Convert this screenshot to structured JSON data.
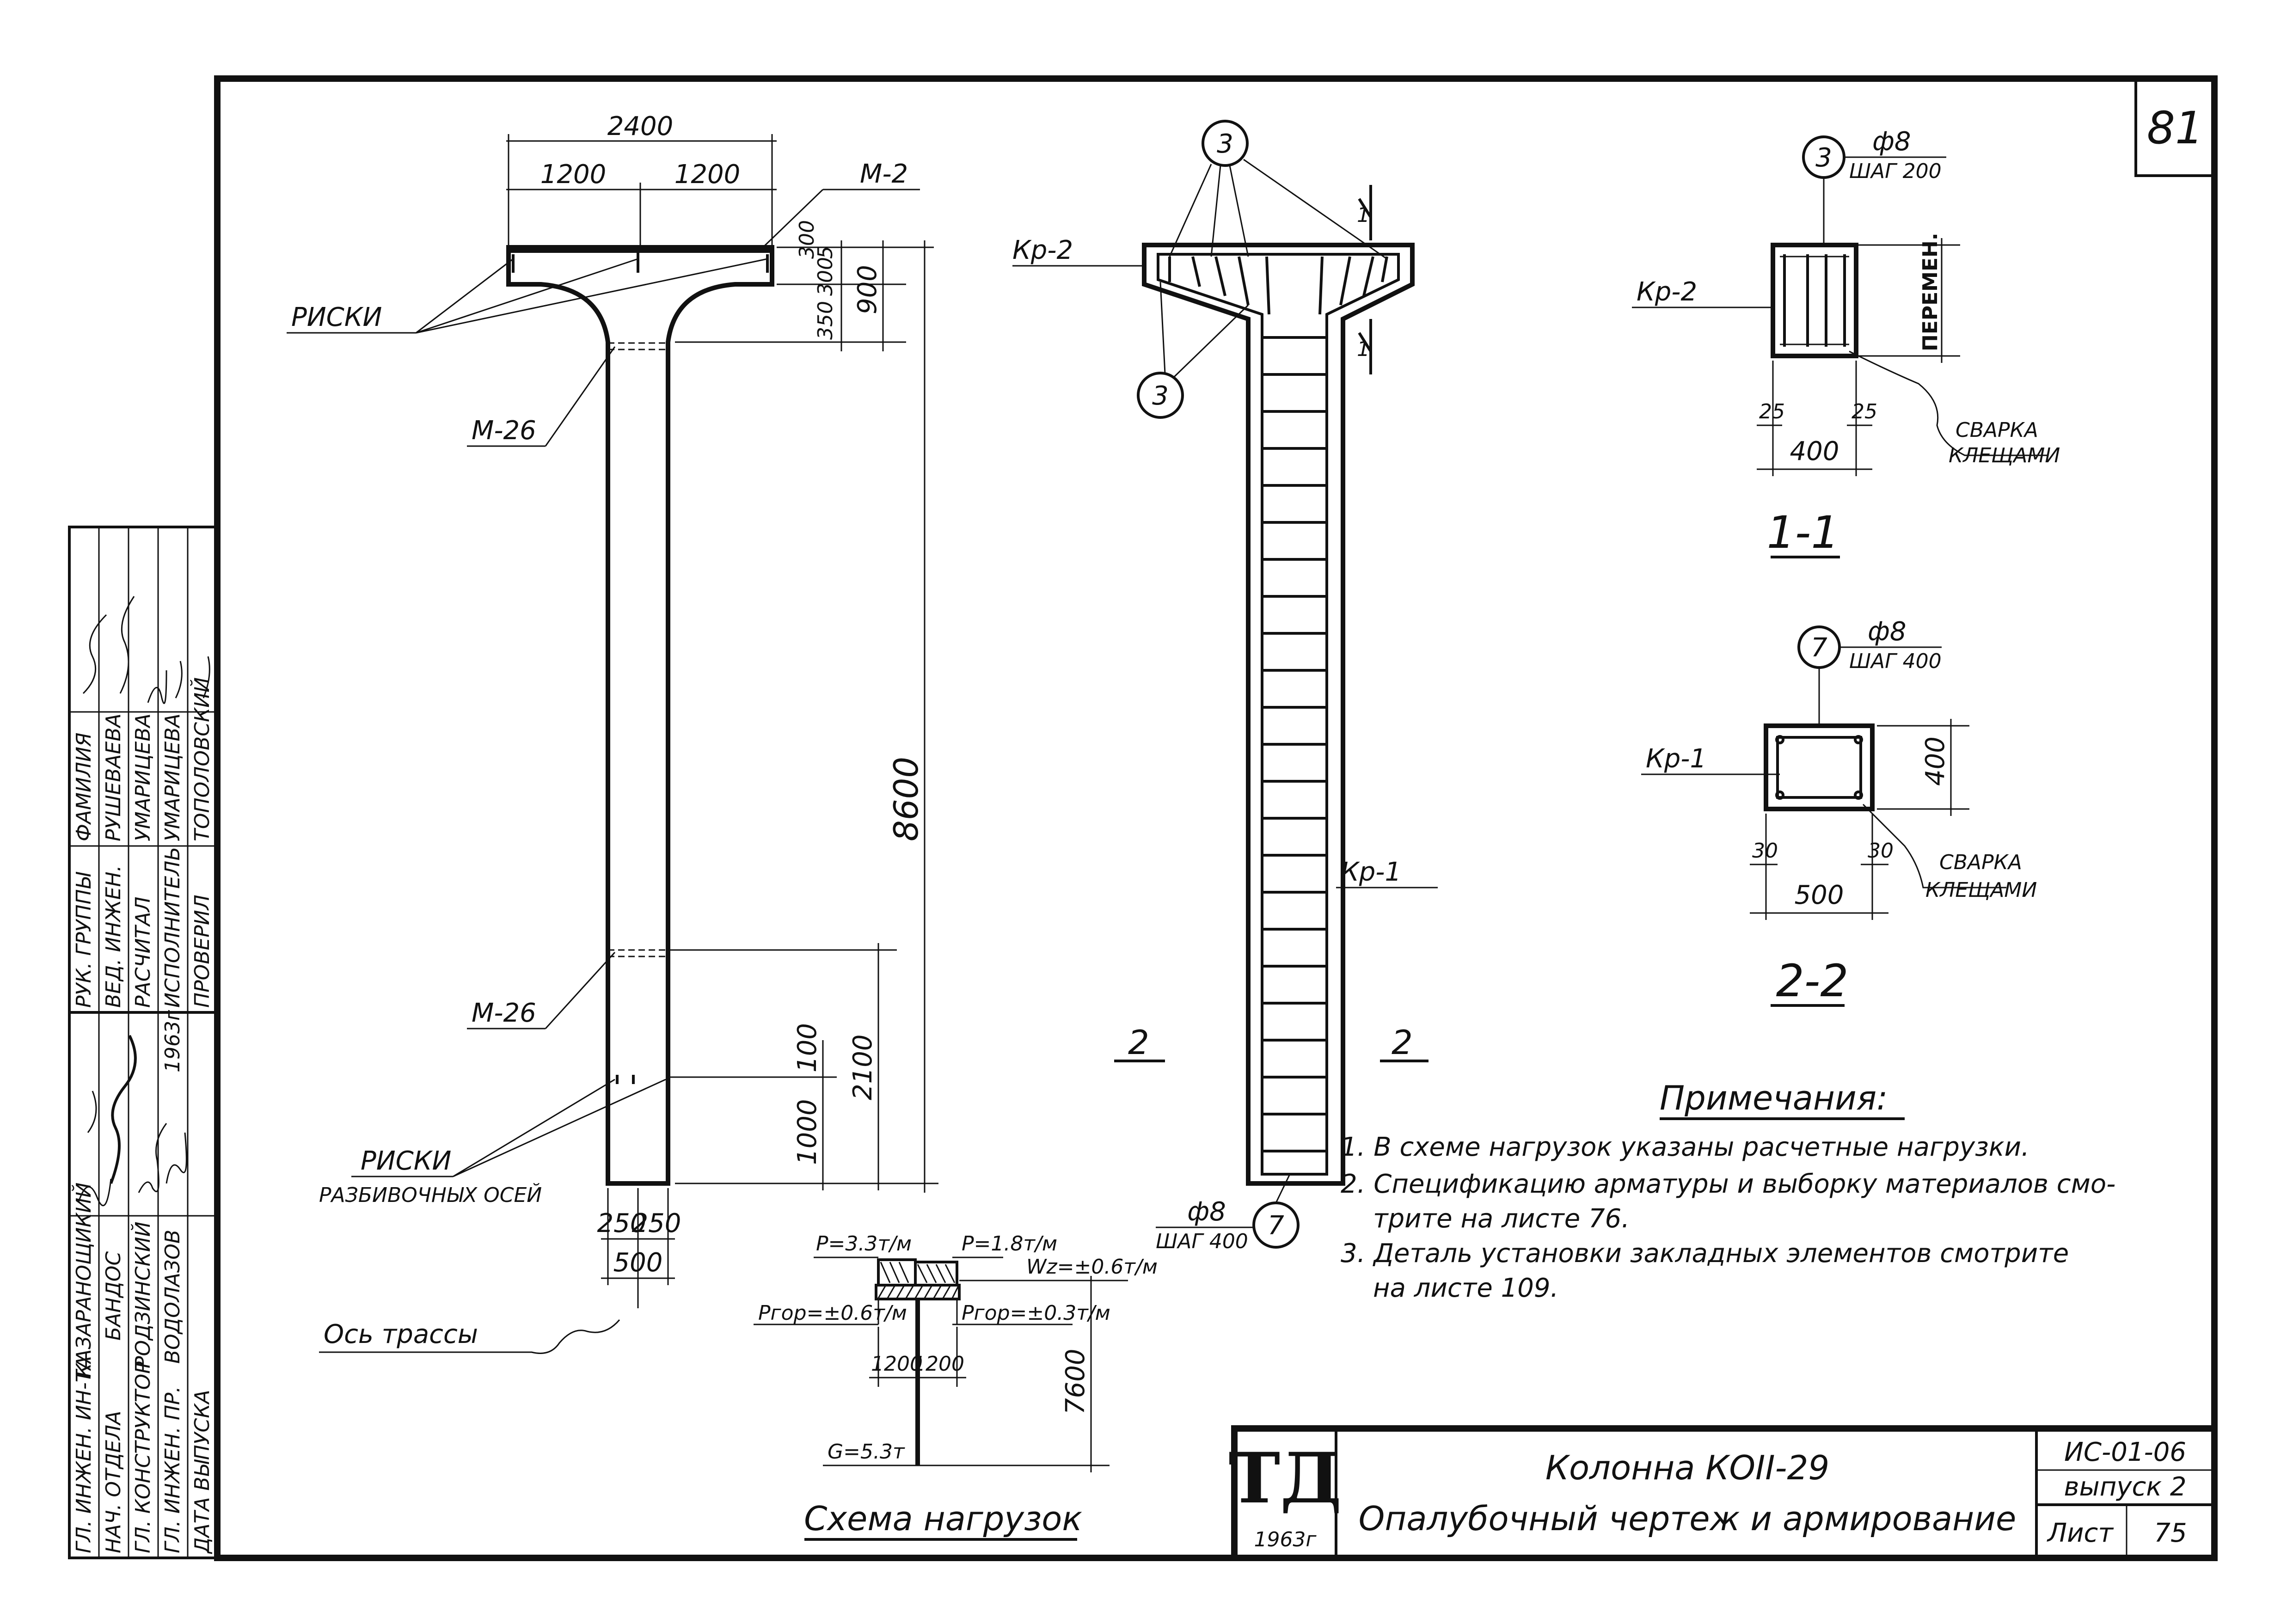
{
  "sheet_corner_number": "81",
  "stamp": {
    "roles": [
      "ГЛ. ИНЖЕН. ИН-ТА",
      "НАЧ. ОТДЕЛА",
      "ГЛ. КОНСТРУКТОР",
      "ГЛ. ИНЖЕН. ПР.",
      "ДАТА ВЫПУСКА"
    ],
    "role_names": [
      "КАЗАРАНОЩИКИЙ",
      "БАНДОС",
      "РОДЗИНСКИЙ",
      "ВОДОЛАЗОВ",
      ""
    ],
    "year_mark": "1963г",
    "group_roles": [
      "РУК. ГРУППЫ",
      "ВЕД. ИНЖЕН.",
      "РАСЧИТАЛ",
      "ИСПОЛНИТЕЛЬ",
      "ПРОВЕРИЛ"
    ],
    "group_header": "ФАМИЛИЯ",
    "group_names": [
      "РУШЕВАЕВА",
      "УМАРИЦЕВА",
      "УМАРИЦЕВА",
      "ТОПОЛОВСКИЙ"
    ]
  },
  "elevation": {
    "dim_total": "2400",
    "dim_left": "1200",
    "dim_right": "1200",
    "label_m2": "М-2",
    "label_riski_top": "РИСКИ",
    "label_m26_top": "М-26",
    "label_m26_bottom": "М-26",
    "dims_right_top": [
      "5",
      "300",
      "300",
      "350",
      "900"
    ],
    "dim_height": "8600",
    "dim_2100": "2100",
    "dim_100": "100",
    "dim_1000": "1000",
    "label_riski_bottom": "РИСКИ",
    "label_riski_bottom_sub": "РАЗБИВОЧНЫХ ОСЕЙ",
    "dim_250_left": "250",
    "dim_250_right": "250",
    "dim_500": "500",
    "label_axis": "Ось трассы"
  },
  "reinforcement": {
    "label_kr2": "Кр-2",
    "label_kr1": "Кр-1",
    "marker_3_top": "3",
    "marker_3_side": "3",
    "marker_7": "7",
    "bar_note_dia": "ф8",
    "bar_note_step": "ШАГ 400",
    "cut_1": "1",
    "cut_2": "2"
  },
  "section_11": {
    "marker": "3",
    "dia": "ф8",
    "step": "ШАГ 200",
    "label_kr2": "Кр-2",
    "label_side": "ПЕРЕМЕН.",
    "dim_25_left": "25",
    "dim_25_right": "25",
    "dim_400": "400",
    "weld": "СВАРКА",
    "weld_sub": "КЛЕЩАМИ",
    "title": "1-1"
  },
  "section_22": {
    "marker": "7",
    "dia": "ф8",
    "step": "ШАГ 400",
    "label_kr1": "Кр-1",
    "dim_400": "400",
    "dim_30_left": "30",
    "dim_30_right": "30",
    "dim_500": "500",
    "weld": "СВАРКА",
    "weld_sub": "КЛЕЩАМИ",
    "title": "2-2"
  },
  "load_scheme": {
    "p_left": "P=3.3т/м",
    "p_right": "P=1.8т/м",
    "w": "Wz=±0.6т/м",
    "p_hor_left": "Pгор=±0.6т/м",
    "p_hor_right": "Pгор=±0.3т/м",
    "dim_1200_left": "1200",
    "dim_1200_right": "1200",
    "dim_7600": "7600",
    "g": "G=5.3т",
    "title": "Схема нагрузок"
  },
  "notes": {
    "title": "Примечания:",
    "items": [
      "1. В схеме нагрузок указаны расчетные нагрузки.",
      "2. Спецификацию арматуры и выборку материалов смо-",
      "трите на листе 76.",
      "3. Деталь установки закладных элементов смотрите",
      "на листе 109."
    ]
  },
  "title_block": {
    "logo": "ТД",
    "year": "1963г",
    "title_line1": "Колонна КОII-29",
    "title_line2": "Опалубочный чертеж и армирование",
    "doc_code": "ИС-01-06",
    "issue": "выпуск 2",
    "sheet_label": "Лист",
    "sheet_number": "75"
  }
}
